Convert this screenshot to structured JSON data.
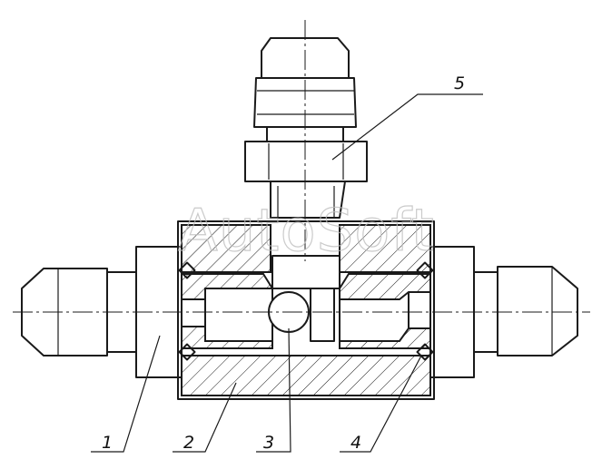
{
  "watermark": "AutoSoft",
  "callouts": [
    {
      "number": "1"
    },
    {
      "number": "2"
    },
    {
      "number": "3"
    },
    {
      "number": "4"
    },
    {
      "number": "5"
    }
  ]
}
